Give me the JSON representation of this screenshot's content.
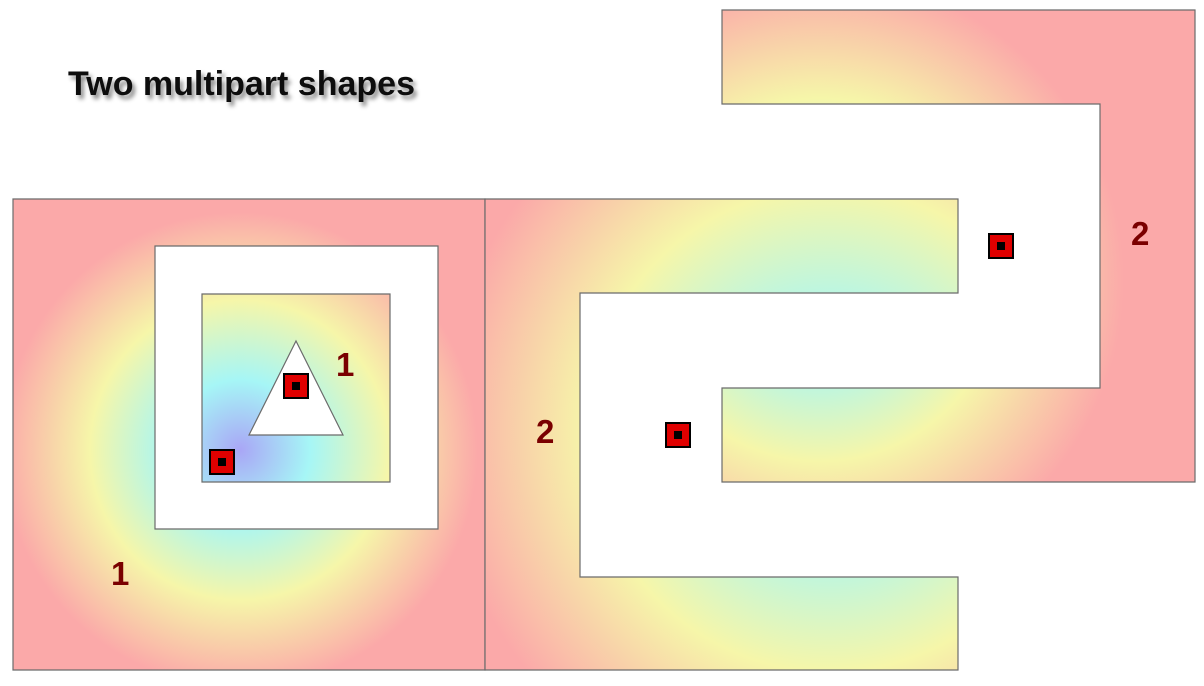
{
  "title": "Two multipart shapes",
  "shapes": [
    {
      "label": "1",
      "part_labels": [
        "1",
        "1"
      ],
      "markers": 2
    },
    {
      "label": "2",
      "part_labels": [
        "2",
        "2"
      ],
      "markers": 2
    }
  ],
  "colors": {
    "gradient_center": "#a9a6f6",
    "gradient_cyan": "#a6f6f6",
    "gradient_yellow": "#f6f6a9",
    "gradient_edge": "#fba9a9",
    "outline": "#6b6b6b",
    "marker_fill": "#e00000",
    "marker_dot": "#000000",
    "label_color": "#7a0000",
    "title_color": "#111111"
  }
}
